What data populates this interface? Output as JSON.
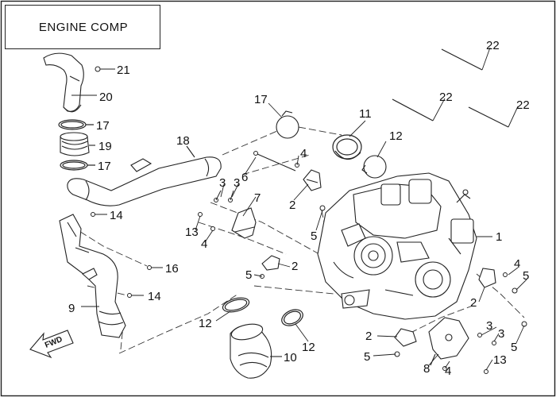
{
  "title": "ENGINE COMP",
  "fwd_label": "FWD",
  "callouts": [
    {
      "id": "c1",
      "label": "1"
    },
    {
      "id": "c2a",
      "label": "2"
    },
    {
      "id": "c2b",
      "label": "2"
    },
    {
      "id": "c2c",
      "label": "2"
    },
    {
      "id": "c2d",
      "label": "2"
    },
    {
      "id": "c3a",
      "label": "3"
    },
    {
      "id": "c3b",
      "label": "3"
    },
    {
      "id": "c3c",
      "label": "3"
    },
    {
      "id": "c3d",
      "label": "3"
    },
    {
      "id": "c4a",
      "label": "4"
    },
    {
      "id": "c4b",
      "label": "4"
    },
    {
      "id": "c4c",
      "label": "4"
    },
    {
      "id": "c4d",
      "label": "4"
    },
    {
      "id": "c5a",
      "label": "5"
    },
    {
      "id": "c5b",
      "label": "5"
    },
    {
      "id": "c5c",
      "label": "5"
    },
    {
      "id": "c5d",
      "label": "5"
    },
    {
      "id": "c5e",
      "label": "5"
    },
    {
      "id": "c6",
      "label": "6"
    },
    {
      "id": "c7",
      "label": "7"
    },
    {
      "id": "c8",
      "label": "8"
    },
    {
      "id": "c9",
      "label": "9"
    },
    {
      "id": "c10",
      "label": "10"
    },
    {
      "id": "c11",
      "label": "11"
    },
    {
      "id": "c12a",
      "label": "12"
    },
    {
      "id": "c12b",
      "label": "12"
    },
    {
      "id": "c12c",
      "label": "12"
    },
    {
      "id": "c13a",
      "label": "13"
    },
    {
      "id": "c13b",
      "label": "13"
    },
    {
      "id": "c14a",
      "label": "14"
    },
    {
      "id": "c14b",
      "label": "14"
    },
    {
      "id": "c16",
      "label": "16"
    },
    {
      "id": "c17a",
      "label": "17"
    },
    {
      "id": "c17b",
      "label": "17"
    },
    {
      "id": "c17c",
      "label": "17"
    },
    {
      "id": "c18",
      "label": "18"
    },
    {
      "id": "c19",
      "label": "19"
    },
    {
      "id": "c20",
      "label": "20"
    },
    {
      "id": "c21",
      "label": "21"
    },
    {
      "id": "c22a",
      "label": "22"
    },
    {
      "id": "c22b",
      "label": "22"
    },
    {
      "id": "c22c",
      "label": "22"
    }
  ]
}
